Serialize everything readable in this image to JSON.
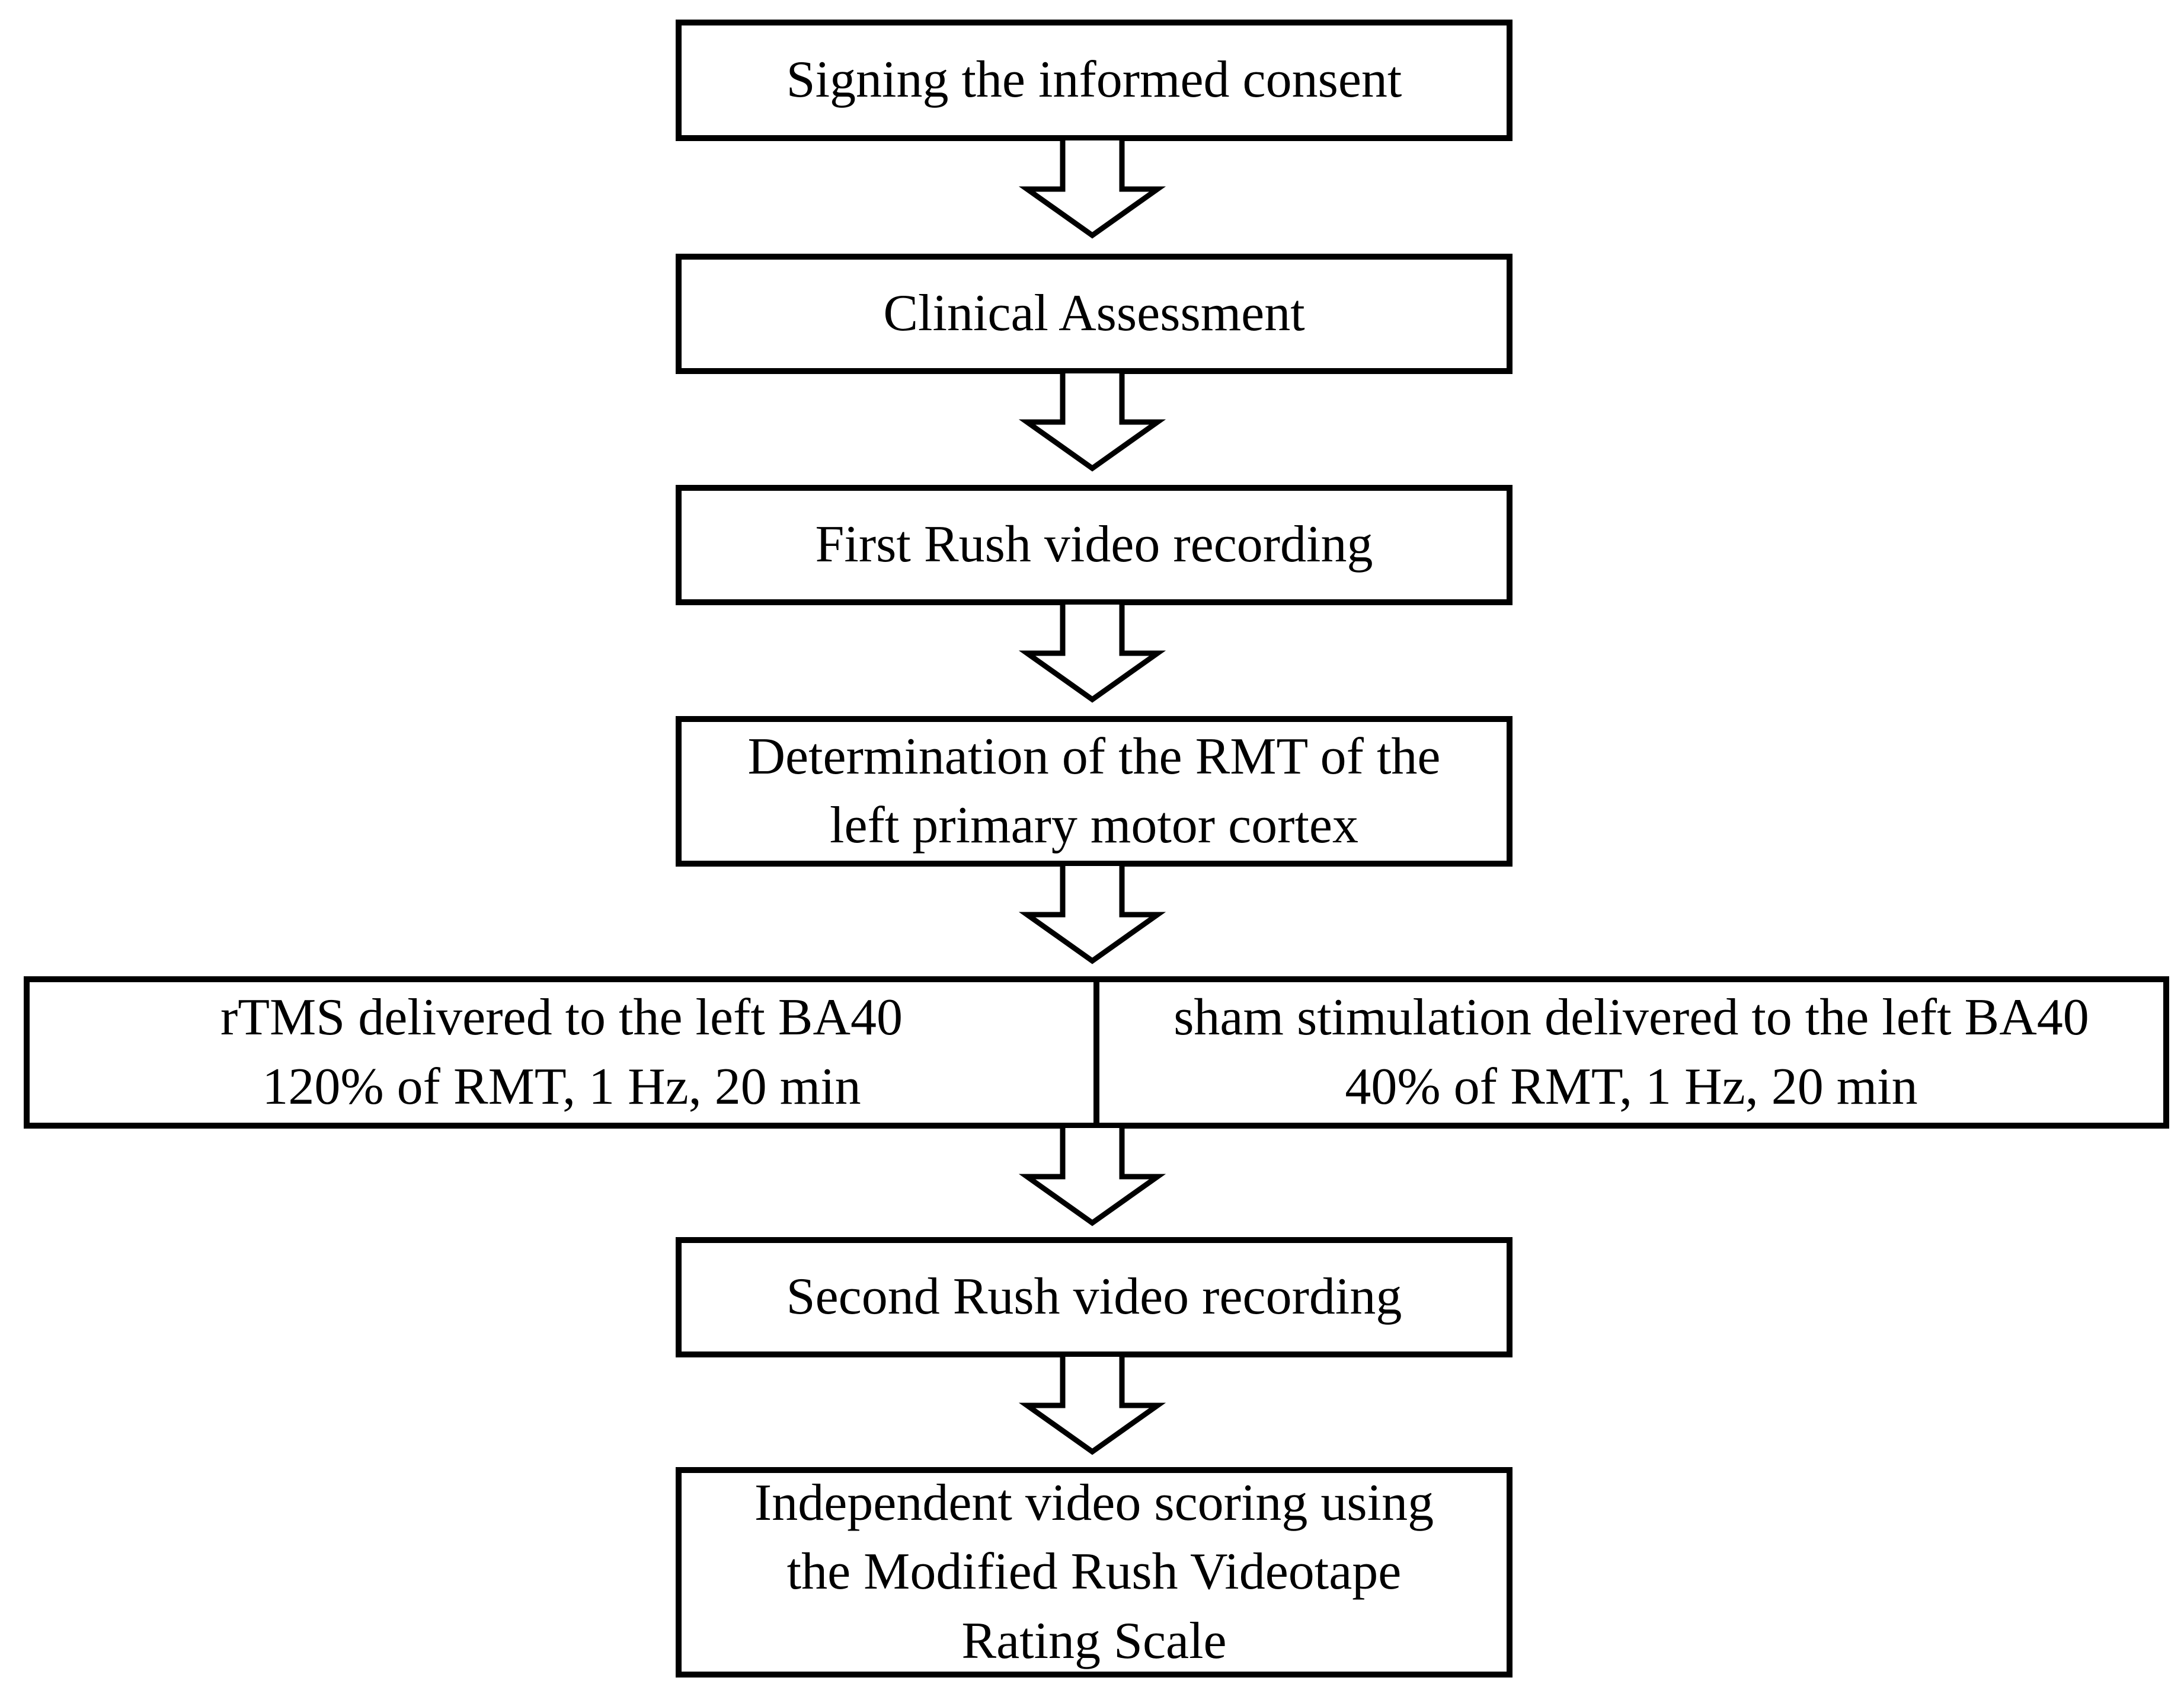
{
  "flow": {
    "boxes": [
      {
        "name": "signing-consent",
        "lines": [
          "Signing the informed consent"
        ]
      },
      {
        "name": "clinical-assessment",
        "lines": [
          "Clinical Assessment"
        ]
      },
      {
        "name": "first-rush-recording",
        "lines": [
          "First Rush video recording"
        ]
      },
      {
        "name": "rmt-determination",
        "lines": [
          "Determination of the RMT of the",
          "left primary motor cortex"
        ]
      },
      {
        "name": "rtms-stimulation",
        "lines": [
          "rTMS delivered to the left BA40",
          "120% of RMT, 1 Hz, 20 min"
        ]
      },
      {
        "name": "sham-stimulation",
        "lines": [
          "sham stimulation delivered to the left BA40",
          "40% of RMT, 1 Hz, 20 min"
        ]
      },
      {
        "name": "second-rush-recording",
        "lines": [
          "Second Rush video recording"
        ]
      },
      {
        "name": "independent-scoring",
        "lines": [
          "Independent video scoring using",
          "the Modified Rush Videotape",
          "Rating Scale"
        ]
      }
    ],
    "icons": {
      "connector": "block-down-arrow"
    },
    "colors": {
      "stroke": "#000000",
      "fill": "#ffffff",
      "text": "#000000"
    }
  }
}
